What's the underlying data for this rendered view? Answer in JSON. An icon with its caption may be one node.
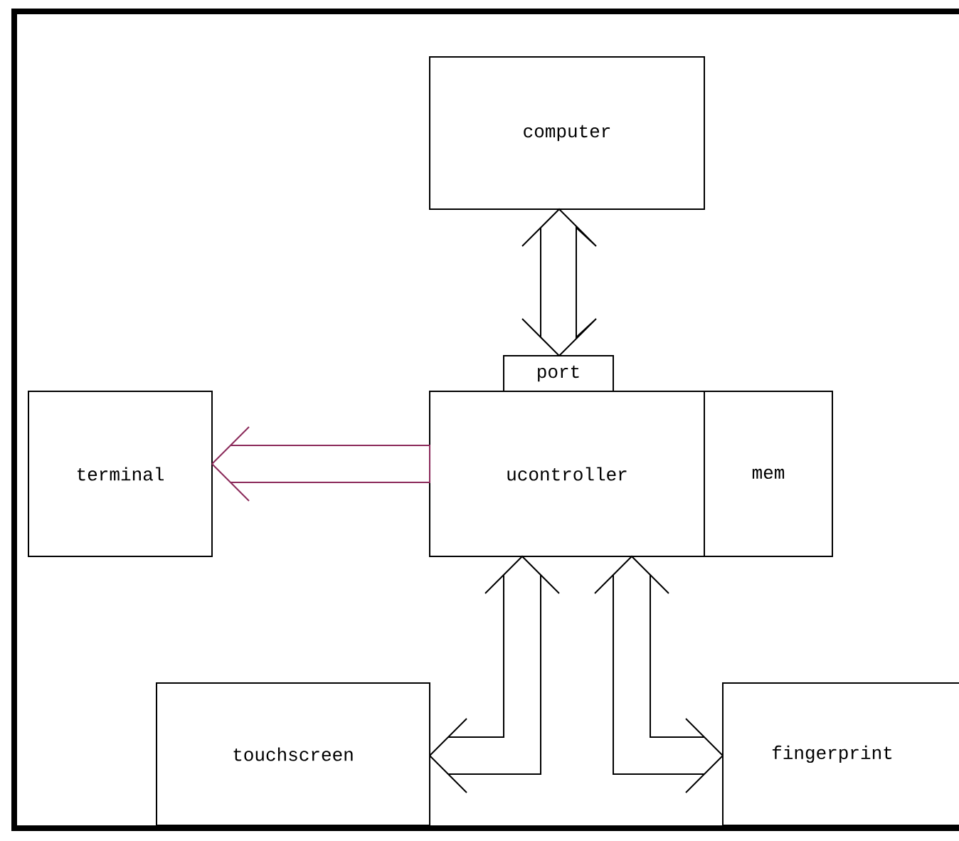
{
  "diagram": {
    "nodes": [
      {
        "text": [
          "computer"
        ]
      },
      {
        "text": [
          "port"
        ]
      },
      {
        "text": [
          "ucontroller"
        ]
      },
      {
        "text": [
          "mem"
        ]
      },
      {
        "text": [
          "terminal"
        ]
      },
      {
        "text": [
          "touchscreen"
        ]
      },
      {
        "text": [
          "fingerprint"
        ]
      }
    ],
    "edges": [
      {
        "from": 0,
        "to": 1,
        "arrow": "both"
      },
      {
        "from": 2,
        "to": 4,
        "arrow": "to",
        "color": "#8b2a5a"
      },
      {
        "from": 2,
        "to": 5,
        "arrow": "both"
      },
      {
        "from": 2,
        "to": 6,
        "arrow": "both"
      }
    ]
  }
}
